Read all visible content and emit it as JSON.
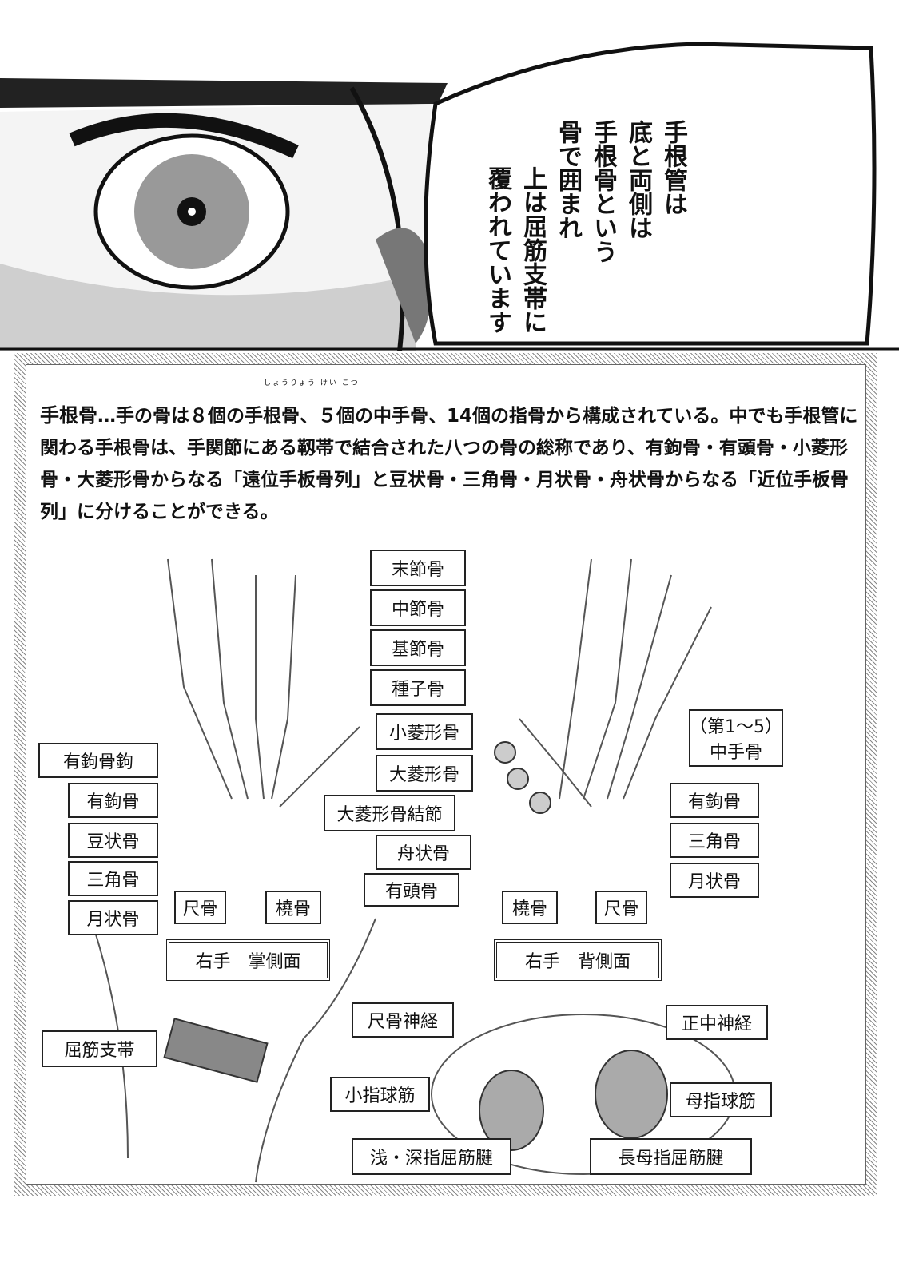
{
  "speech_bubble": {
    "lines": [
      "手根管は",
      "底と両側は",
      "手根骨という",
      "骨で囲まれ",
      "上は屈筋支帯に",
      "覆われています"
    ]
  },
  "explanation": {
    "term": "手根骨",
    "body": "…手の骨は８個の手根骨、５個の中手骨、14個の指骨から構成されている。中でも手根管に関わる手根骨は、手関節にある靱帯で結合された八つの骨の総称であり、有鉤骨・有頭骨・小菱形骨・大菱形骨からなる「遠位手板骨列」と豆状骨・三角骨・月状骨・舟状骨からなる「近位手板骨列」に分けることができる。",
    "ruby": "しょうりょう けい こつ"
  },
  "labels": {
    "distal_phalanx": "末節骨",
    "middle_phalanx": "中節骨",
    "proximal_phalanx": "基節骨",
    "sesamoid": "種子骨",
    "trapezoid": "小菱形骨",
    "trapezium": "大菱形骨",
    "trapezium_tubercle": "大菱形骨結節",
    "scaphoid": "舟状骨",
    "capitate": "有頭骨",
    "metacarpal": "（第1～5）\n中手骨",
    "hamate_hook": "有鉤骨鉤",
    "hamate_l": "有鉤骨",
    "pisiform": "豆状骨",
    "triquetrum_l": "三角骨",
    "lunate_l": "月状骨",
    "ulna_l": "尺骨",
    "radius_l": "橈骨",
    "radius_r": "橈骨",
    "ulna_r": "尺骨",
    "hamate_r": "有鉤骨",
    "triquetrum_r": "三角骨",
    "lunate_r": "月状骨",
    "palmar_view": "右手　掌側面",
    "dorsal_view": "右手　背側面",
    "ulnar_nerve": "尺骨神経",
    "median_nerve": "正中神経",
    "flexor_retinaculum": "屈筋支帯",
    "hypothenar": "小指球筋",
    "thenar": "母指球筋",
    "fds_fdp": "浅・深指屈筋腱",
    "fpl": "長母指屈筋腱"
  }
}
